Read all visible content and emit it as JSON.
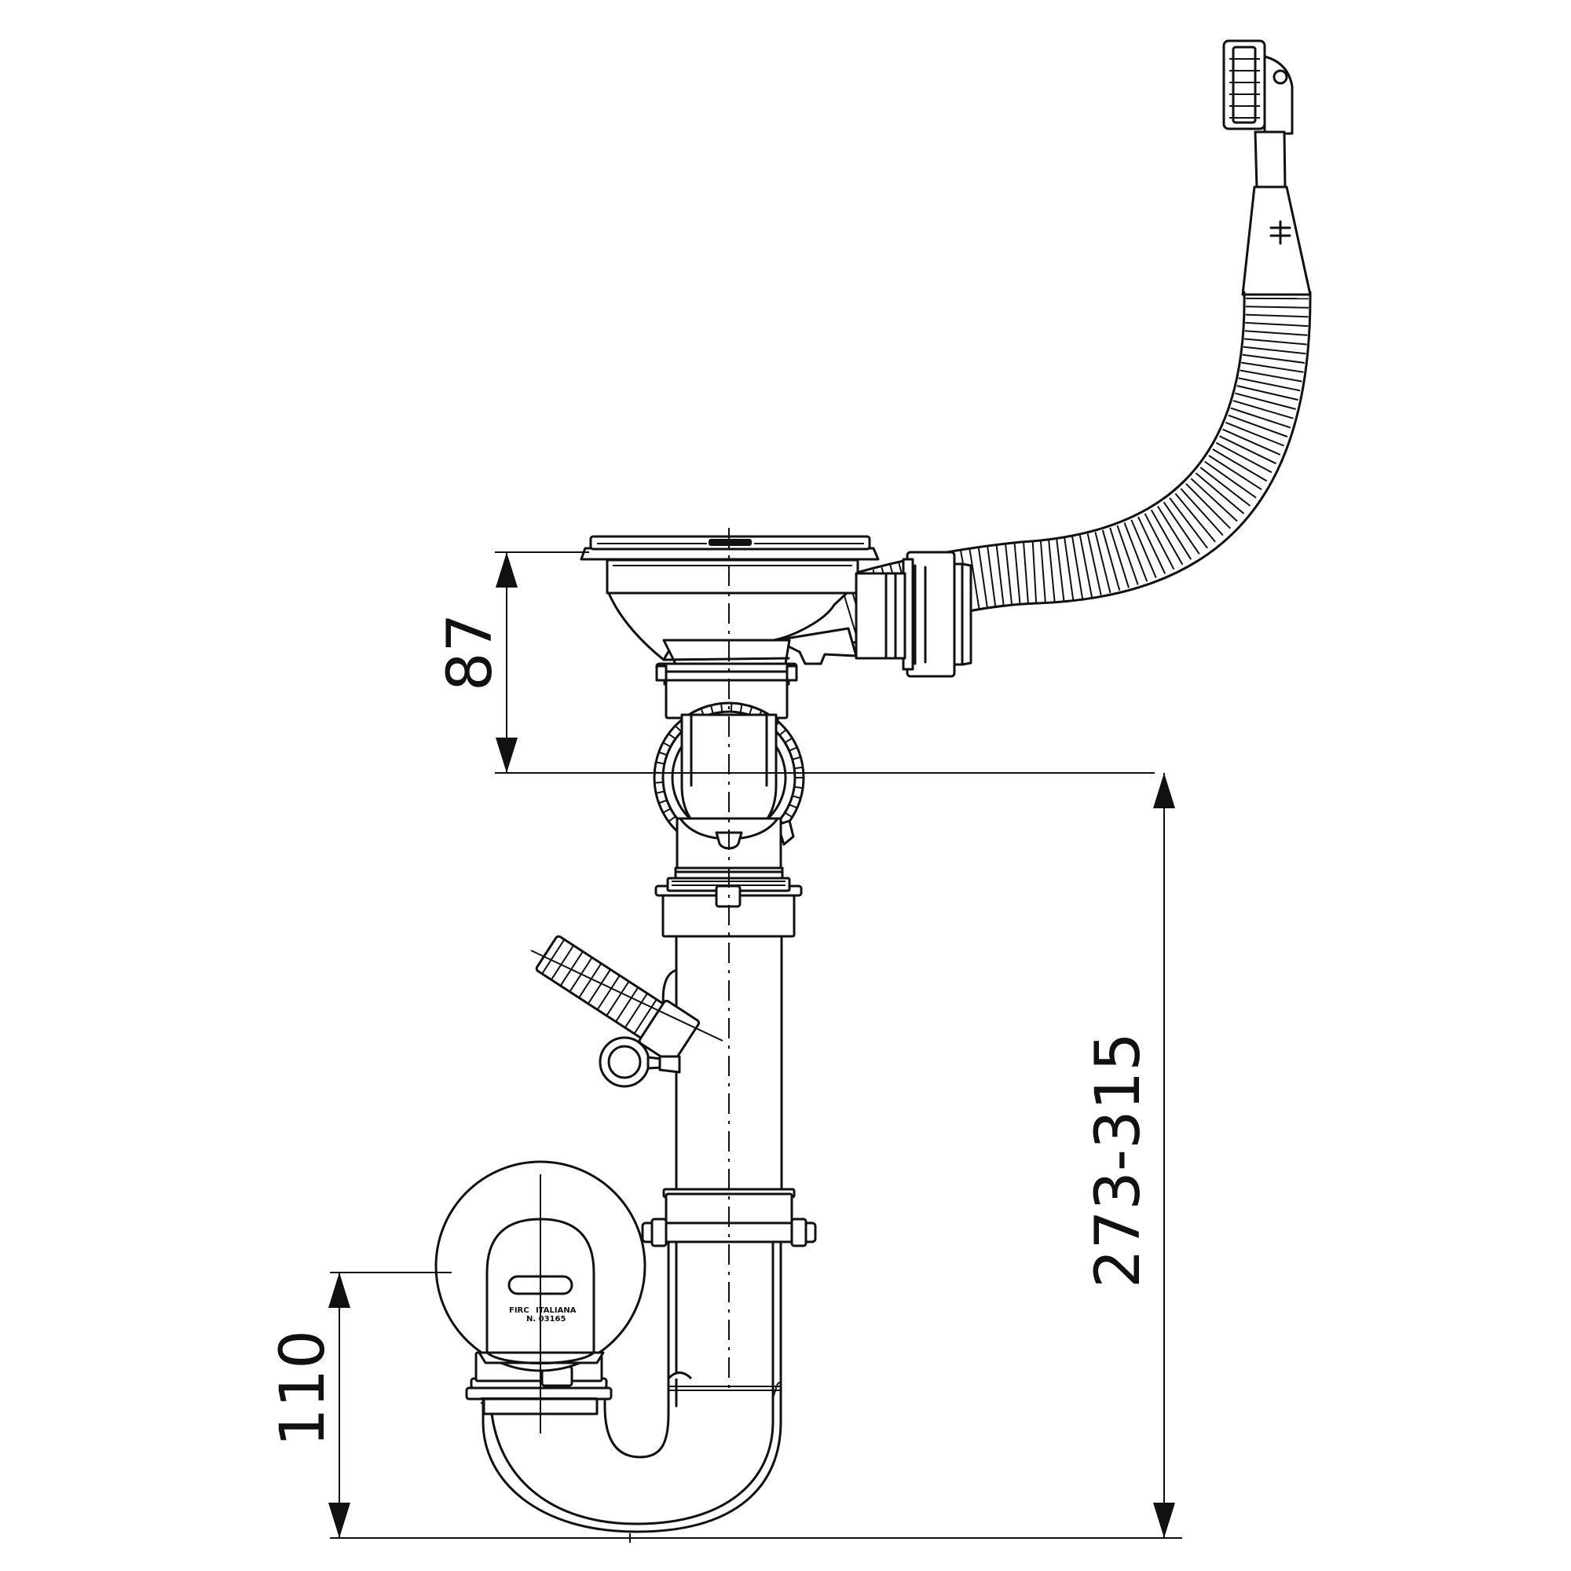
{
  "dimensions": {
    "outlet_depth": "87",
    "trap_outlet_height": "110",
    "total_height": "273-315"
  },
  "trap_markings": {
    "brand": "FIRC",
    "origin": "ITALIANA",
    "code": "N. 03165"
  },
  "colors": {
    "line": "#111111",
    "background": "#ffffff"
  }
}
